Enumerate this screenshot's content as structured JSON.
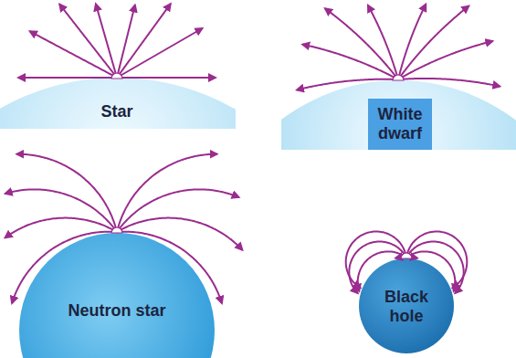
{
  "diagram": {
    "nodes": [
      {
        "text": [
          "Star"
        ]
      },
      {
        "text": [
          "White dwarf"
        ]
      },
      {
        "text": [
          "Neutron star"
        ]
      },
      {
        "text": [
          "Black hole"
        ]
      }
    ]
  }
}
